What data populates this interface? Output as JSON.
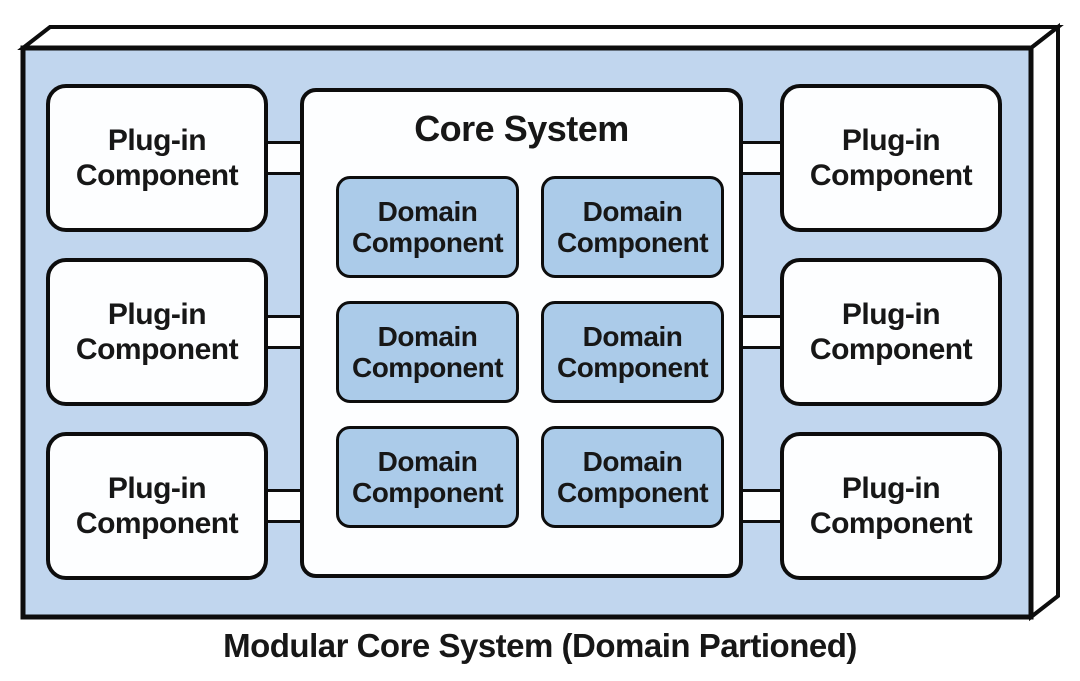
{
  "diagram": {
    "caption": "Modular Core System (Domain Partioned)",
    "core": {
      "title": "Core System",
      "domain_components": [
        "Domain Component",
        "Domain Component",
        "Domain Component",
        "Domain Component",
        "Domain Component",
        "Domain Component"
      ]
    },
    "left_plugins": [
      "Plug-in Component",
      "Plug-in Component",
      "Plug-in Component"
    ],
    "right_plugins": [
      "Plug-in Component",
      "Plug-in Component",
      "Plug-in Component"
    ],
    "colors": {
      "container_fill": "#c1d6ee",
      "domain_fill": "#abcbe9",
      "box_fill": "#fdfeff",
      "outline": "#0d0d0d",
      "text": "#171717",
      "canvas": "#ffffff"
    }
  }
}
